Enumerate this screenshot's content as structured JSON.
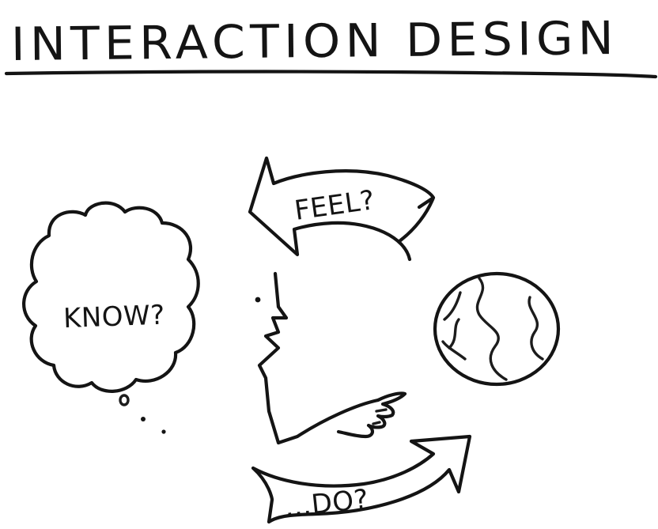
{
  "title": "INTERACTION DESIGN",
  "labels": {
    "feel": "FEEL?",
    "know": "KNOW?",
    "do": "...DO?"
  },
  "ink_color": "#141414",
  "background_color": "#ffffff"
}
